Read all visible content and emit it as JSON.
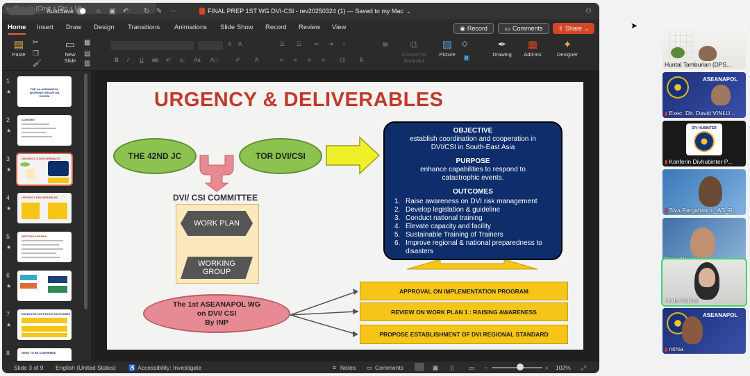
{
  "titlebar": {
    "autosave_label": "AutoSave",
    "file_title": "FINAL PREP 1ST WG DVI-CSI - rev20250324 (1) — Saved to my Mac",
    "search_placeholder": "Search (Cmd + Ctrl + U)"
  },
  "menu": {
    "items": [
      "Home",
      "Insert",
      "Draw",
      "Design",
      "Transitions",
      "Animations",
      "Slide Show",
      "Record",
      "Review",
      "View"
    ],
    "active": "Home",
    "record_label": "Record",
    "comments_label": "Comments",
    "share_label": "Share",
    "share_color": "#d24726"
  },
  "ribbon": {
    "paste": "Paste",
    "new_slide": "New Slide",
    "convert": "Convert to SmartArt",
    "picture": "Picture",
    "drawing": "Drawing",
    "addins": "Add-ins",
    "designer": "Designer"
  },
  "thumbnails": [
    {
      "num": "1",
      "title": "THE 1st ASEANAPOL WORKING GROUP ON DVI/CSI"
    },
    {
      "num": "2",
      "title": "CONTENT"
    },
    {
      "num": "3",
      "title": "URGENCY & DELIVERABLES"
    },
    {
      "num": "4",
      "title": "URGENCY DELIVERABLES"
    },
    {
      "num": "5",
      "title": "MEETING AGENDA"
    },
    {
      "num": "6",
      "title": ""
    },
    {
      "num": "7",
      "title": "EXPECTED OUTPUTS & OUTCOMES"
    },
    {
      "num": "8",
      "title": "NEED TO BE CONFIRMED"
    }
  ],
  "slide": {
    "title": "URGENCY & DELIVERABLES",
    "jc": "THE 42ND JC",
    "tor": "TOR DVI/CSI",
    "committee": "DVI/ CSI COMMITTEE",
    "work_plan": "WORK PLAN",
    "working_group": "WORKING GROUP",
    "objective_head": "OBJECTIVE",
    "objective_text": "establish coordination and cooperation in DVI/CSI in South-East Asia",
    "purpose_head": "PURPOSE",
    "purpose_text": "enhance capabilities to respond to catastrophic events.",
    "outcomes_head": "OUTCOMES",
    "outcomes": [
      {
        "n": "1.",
        "text": "Raise awareness on DVI risk management"
      },
      {
        "n": "2.",
        "text": "Develop legislation & guideline"
      },
      {
        "n": "3.",
        "text": "Conduct national training"
      },
      {
        "n": "4.",
        "text": "Elevate capacity and facility"
      },
      {
        "n": "5.",
        "text": "Sustainable Training of Trainers"
      },
      {
        "n": "6.",
        "text": "Improve regional & national preparedness to disasters"
      }
    ],
    "wg_line1": "The 1st ASEANAPOL WG",
    "wg_line2": "on DVI/ CSI",
    "wg_line3": "By INP",
    "bars": [
      "APPROVAL ON IMPLEMENTATION PROGRAM",
      "REVIEW ON WORK PLAN 1 : RAISING AWARENESS",
      "PROPOSE ESTABLISHMENT OF DVI REGIONAL STANDARD"
    ],
    "title_color": "#c0392b",
    "box_color": "#0d2d6b"
  },
  "statusbar": {
    "slide_of": "Slide 3 of 9",
    "language": "English (United States)",
    "accessibility": "Accessibility: Investigate",
    "notes": "Notes",
    "comments": "Comments",
    "zoom": "102%",
    "zoom_level": 0.55
  },
  "participants": [
    {
      "name": "Huntal Tamburian (DPS..."
    },
    {
      "name": "Exec. Dir. David VINLU..."
    },
    {
      "name": "Konferin Divhubinter P..."
    },
    {
      "name": "Siva Pergahsum _AS_R..."
    },
    {
      "name": "Ngoc Nguyen"
    },
    {
      "name": "Lisda Cancer"
    },
    {
      "name": "nithia"
    }
  ],
  "badges": {
    "divhubinter": "DIV HUBINTER",
    "aseanapol": "ASEANAPOL"
  }
}
